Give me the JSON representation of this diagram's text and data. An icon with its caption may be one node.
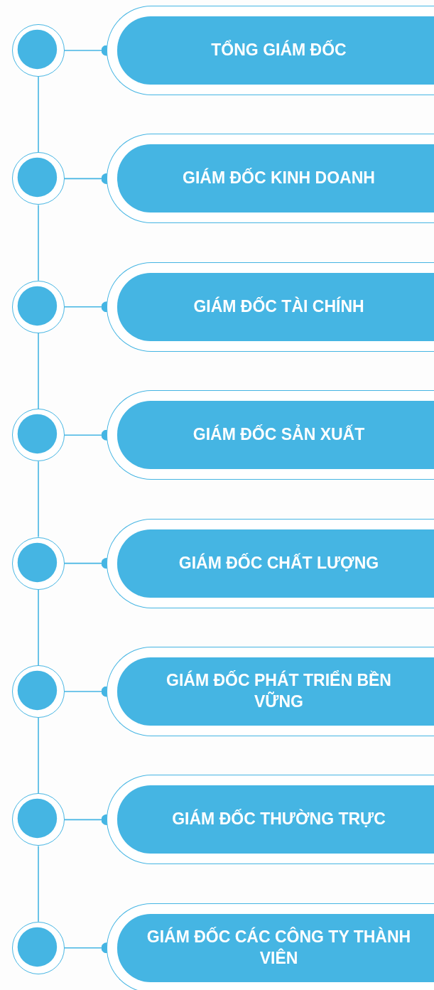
{
  "diagram": {
    "nodes": [
      {
        "text": [],
        "shape": "circle"
      },
      {
        "text": [
          "TỔNG GIÁM ĐỐC"
        ]
      },
      {
        "text": [],
        "shape": "circle"
      },
      {
        "text": [
          "GIÁM ĐỐC KINH DOANH"
        ]
      },
      {
        "text": [],
        "shape": "circle"
      },
      {
        "text": [
          "GIÁM ĐỐC TÀI CHÍNH"
        ]
      },
      {
        "text": [],
        "shape": "circle"
      },
      {
        "text": [
          "GIÁM ĐỐC SẢN XUẤT"
        ]
      },
      {
        "text": [],
        "shape": "circle"
      },
      {
        "text": [
          "GIÁM ĐỐC CHẤT LƯỢNG"
        ]
      },
      {
        "text": [],
        "shape": "circle"
      },
      {
        "text": [
          "GIÁM ĐỐC PHÁT TRIỂN BỀN VỮNG"
        ]
      },
      {
        "text": [],
        "shape": "circle"
      },
      {
        "text": [
          "GIÁM ĐỐC THƯỜNG TRỰC"
        ]
      },
      {
        "text": [],
        "shape": "circle"
      },
      {
        "text": [
          "GIÁM ĐỐC CÁC CÔNG TY THÀNH VIÊN"
        ]
      }
    ],
    "edges": [
      {
        "from": 0,
        "to": 1,
        "arrow": "other"
      },
      {
        "from": 2,
        "to": 3,
        "arrow": "other"
      },
      {
        "from": 4,
        "to": 5,
        "arrow": "other"
      },
      {
        "from": 6,
        "to": 7,
        "arrow": "other"
      },
      {
        "from": 8,
        "to": 9,
        "arrow": "other"
      },
      {
        "from": 10,
        "to": 11,
        "arrow": "other"
      },
      {
        "from": 12,
        "to": 13,
        "arrow": "other"
      },
      {
        "from": 14,
        "to": 15,
        "arrow": "other"
      },
      {
        "from": 0,
        "to": 2,
        "arrow": "none"
      },
      {
        "from": 2,
        "to": 4,
        "arrow": "none"
      },
      {
        "from": 4,
        "to": 6,
        "arrow": "none"
      },
      {
        "from": 6,
        "to": 8,
        "arrow": "none"
      },
      {
        "from": 8,
        "to": 10,
        "arrow": "none"
      },
      {
        "from": 10,
        "to": 12,
        "arrow": "none"
      },
      {
        "from": 12,
        "to": 14,
        "arrow": "none"
      }
    ]
  }
}
